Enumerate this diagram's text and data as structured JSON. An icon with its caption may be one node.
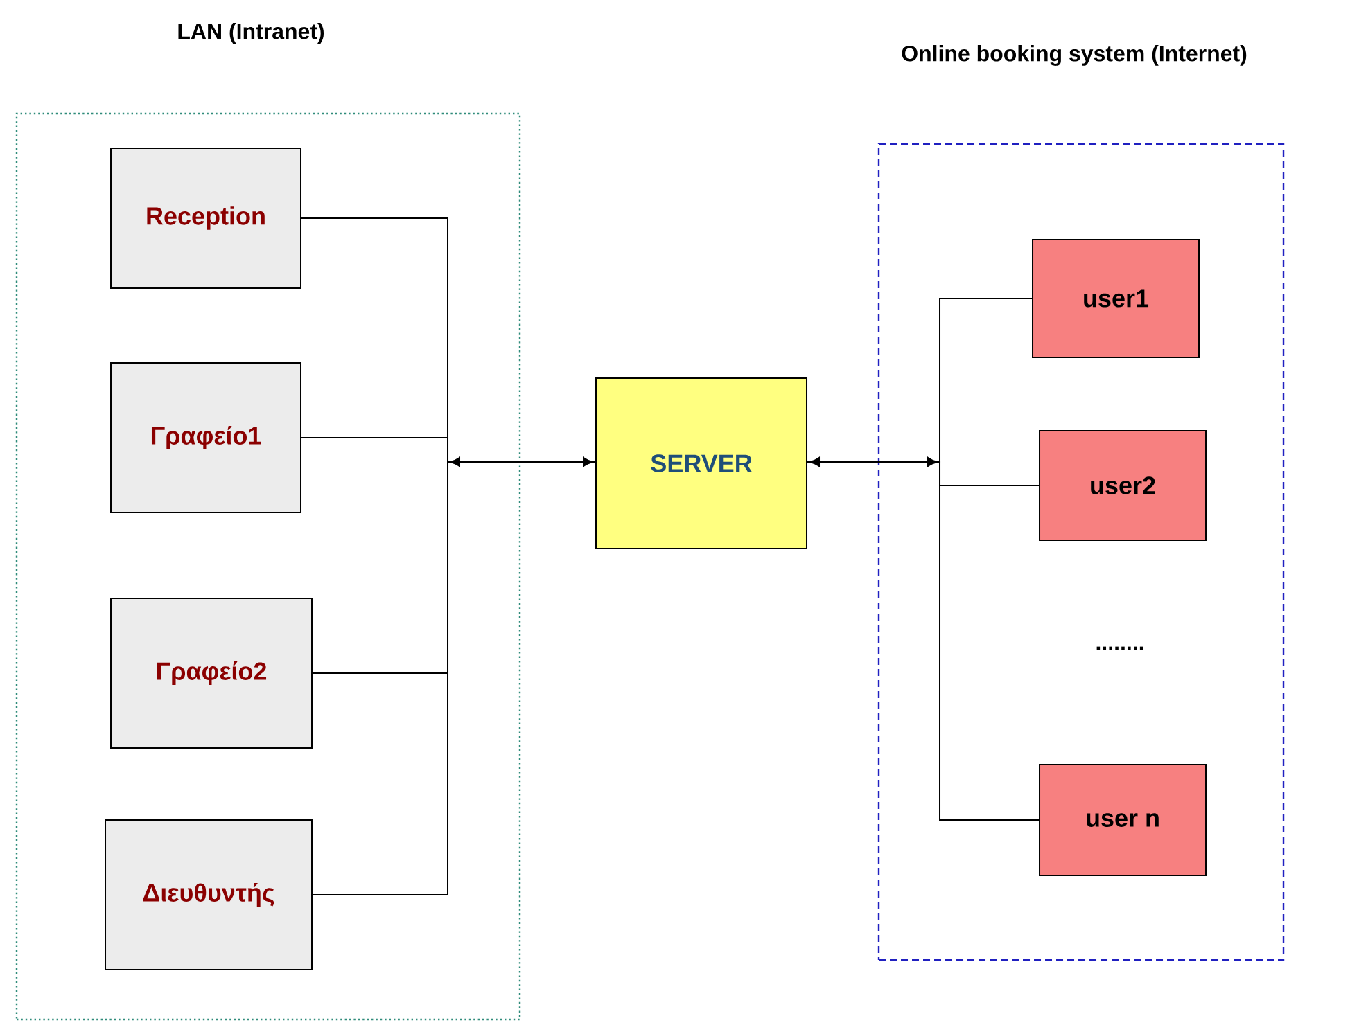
{
  "diagram": {
    "nodes": [
      {
        "text": [
          "LAN (Intranet)"
        ]
      },
      {
        "text": [
          "Reception"
        ],
        "in": 0
      },
      {
        "text": [
          "Γραφείο1"
        ],
        "in": 0
      },
      {
        "text": [
          "Γραφείο2"
        ],
        "in": 0
      },
      {
        "text": [
          "Διευθυντής"
        ],
        "in": 0
      },
      {
        "text": [
          "SERVER"
        ]
      },
      {
        "text": [
          "Online booking system (Internet)"
        ]
      },
      {
        "text": [
          "user1"
        ],
        "in": 6
      },
      {
        "text": [
          "user2"
        ],
        "in": 6
      },
      {
        "text": [
          "user n"
        ],
        "in": 6
      }
    ],
    "edges": [
      {
        "from": 1,
        "to": 5,
        "arrow": "to"
      },
      {
        "from": 2,
        "to": 5,
        "arrow": "to"
      },
      {
        "from": 3,
        "to": 5,
        "arrow": "to"
      },
      {
        "from": 4,
        "to": 5,
        "arrow": "to"
      },
      {
        "from": 7,
        "to": 5,
        "arrow": "to"
      },
      {
        "from": 8,
        "to": 5,
        "arrow": "to"
      },
      {
        "from": 9,
        "to": 5,
        "arrow": "to"
      }
    ],
    "labels": [
      "........"
    ]
  }
}
